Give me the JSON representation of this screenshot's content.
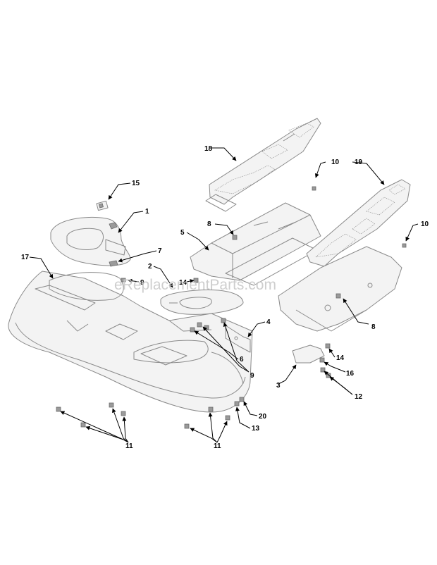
{
  "watermark": "eReplacementParts.com",
  "callouts": {
    "c1": "1",
    "c2": "2",
    "c3": "3",
    "c4": "4",
    "c5": "5",
    "c6": "6",
    "c7": "7",
    "c8a": "8",
    "c8b": "8",
    "c9a": "9",
    "c9b": "9",
    "c10a": "10",
    "c10b": "10",
    "c11a": "11",
    "c11b": "11",
    "c12": "12",
    "c13": "13",
    "c14a": "14",
    "c14b": "14",
    "c15": "15",
    "c16": "16",
    "c17": "17",
    "c18": "18",
    "c19": "19",
    "c20": "20"
  },
  "colors": {
    "line": "#8a8a8a",
    "leader": "#000000",
    "watermark": "#c9c9c9"
  }
}
